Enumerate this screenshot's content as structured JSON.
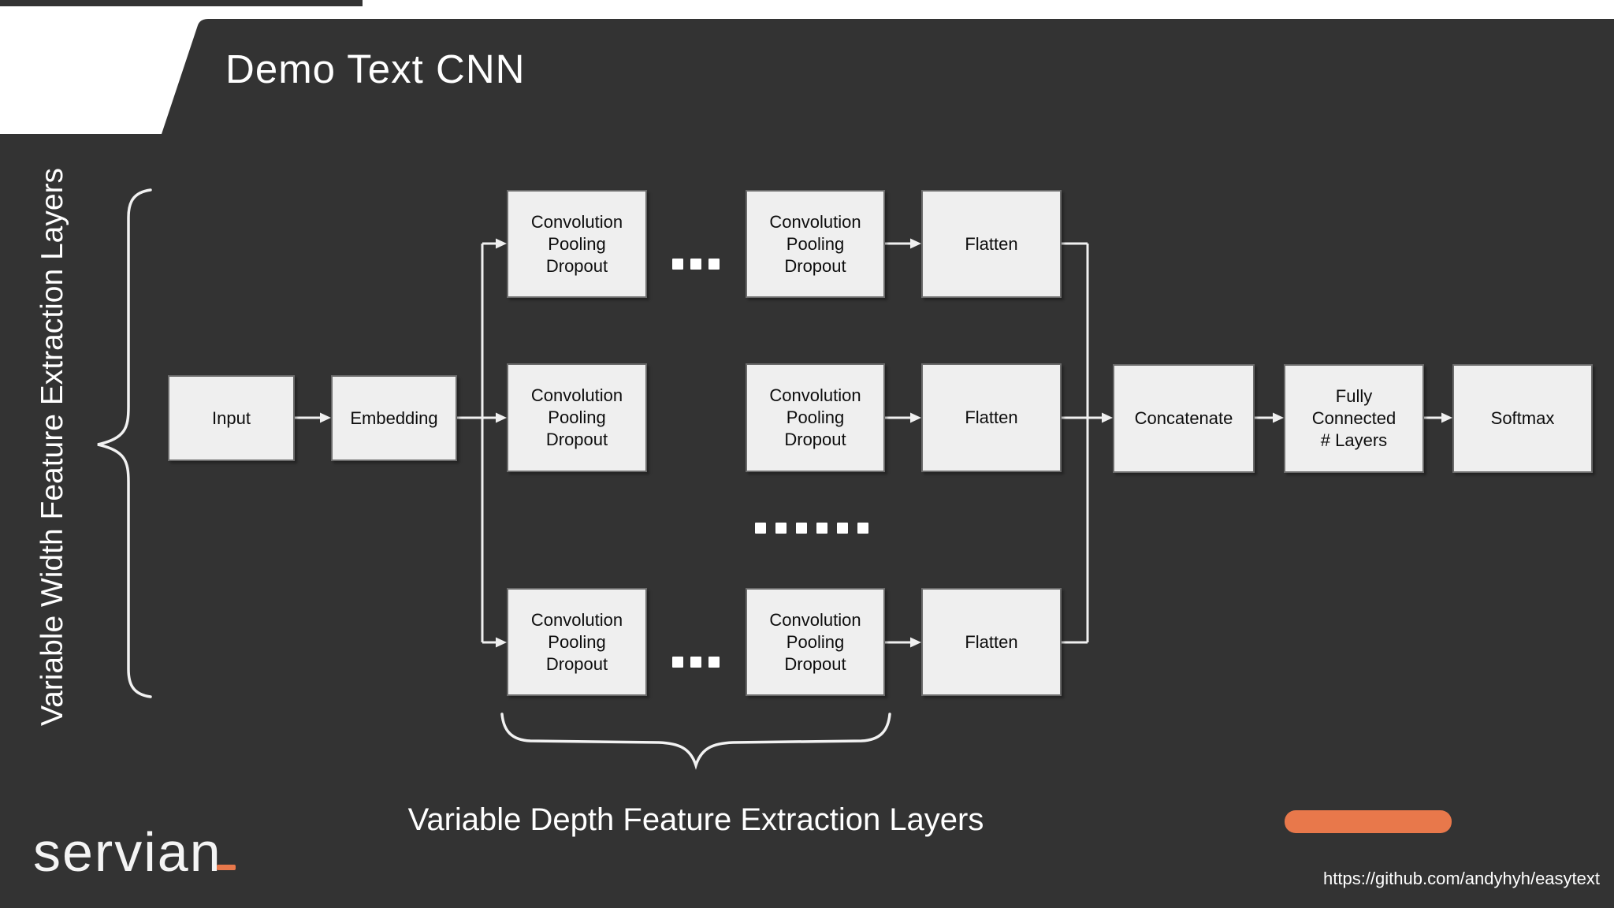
{
  "slide": {
    "title": "Demo Text CNN",
    "left_axis_label": "Variable Width Feature Extraction Layers",
    "bottom_axis_label": "Variable Depth Feature Extraction Layers",
    "logo_text": "servian",
    "source_url": "https://github.com/andyhyh/easytext",
    "colors": {
      "background_dark": "#333333",
      "node_fill": "#efefef",
      "node_border": "#6b6b6b",
      "accent_orange": "#e8784b",
      "connector_line": "#f2f2f2",
      "text_light": "#ffffff",
      "text_dark": "#0d0d0d"
    }
  },
  "diagram": {
    "input_label": "Input",
    "embedding_label": "Embedding",
    "conv_block_label": "Convolution\nPooling\nDropout",
    "flatten_label": "Flatten",
    "concatenate_label": "Concatenate",
    "fully_connected_label": "Fully\nConnected\n# Layers",
    "softmax_label": "Softmax"
  }
}
